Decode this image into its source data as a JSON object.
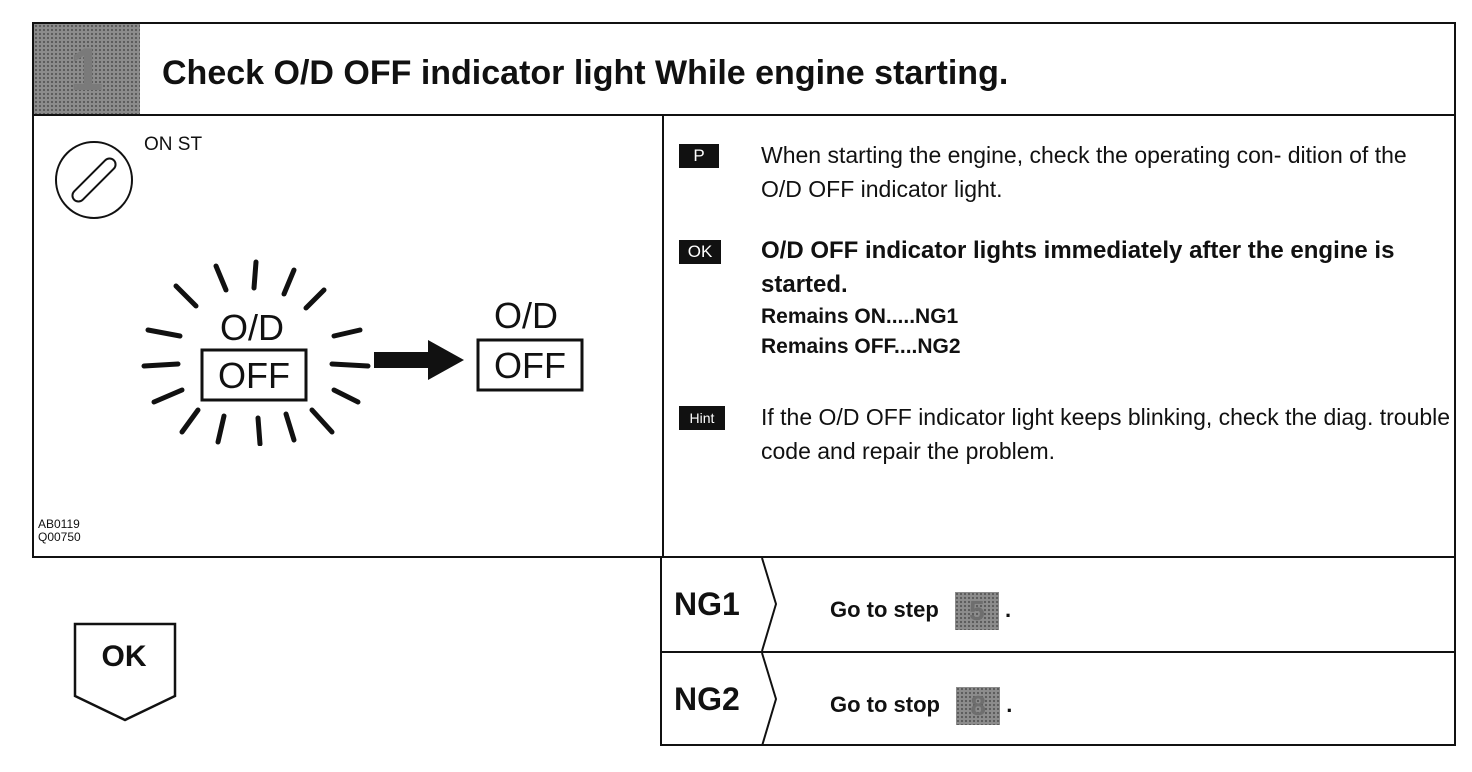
{
  "header": {
    "step_number": "1",
    "title": "Check O/D OFF indicator light While engine starting."
  },
  "figure": {
    "ignition_label": "ON ST",
    "codes": [
      "AB0119",
      "Q00750"
    ],
    "indicator_top": "O/D",
    "indicator_bottom": "OFF"
  },
  "instructions": {
    "procedure": {
      "badge": "P",
      "text": "When starting the engine, check the operating con- dition of the O/D OFF indicator light."
    },
    "ok": {
      "badge": "OK",
      "lines": [
        "O/D OFF indicator lights immediately after the engine is started.",
        "Remains ON.....NG1",
        "Remains OFF....NG2"
      ]
    },
    "hint": {
      "badge": "Hint",
      "text": "If the O/D OFF indicator light keeps blinking, check the diag. trouble code and repair the problem."
    }
  },
  "ok_block": {
    "label": "OK"
  },
  "ng_table": [
    {
      "label": "NG1",
      "text": "Go to step",
      "step": "5",
      "suffix": "."
    },
    {
      "label": "NG2",
      "text": "Go to stop",
      "step": "8",
      "suffix": "."
    }
  ]
}
